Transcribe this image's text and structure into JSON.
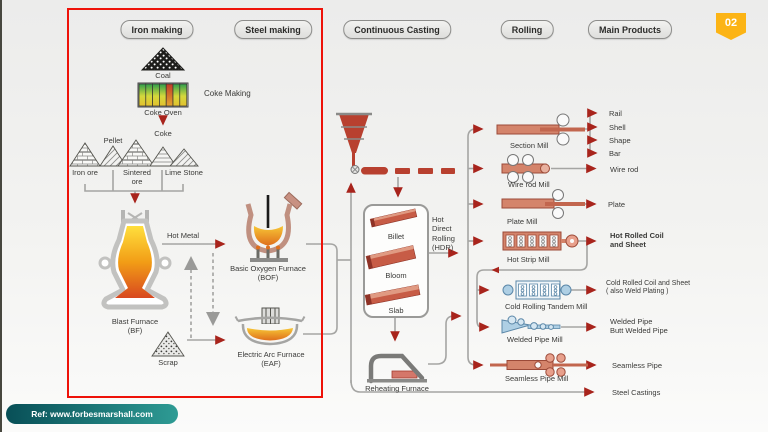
{
  "header": {
    "iron_making": "Iron making",
    "steel_making": "Steel making",
    "continuous_casting": "Continuous Casting",
    "rolling": "Rolling",
    "main_products": "Main Products",
    "badge": "02"
  },
  "iron_making": {
    "coal": "Coal",
    "coke_making": "Coke Making",
    "coke_oven": "Coke Oven",
    "coke": "Coke",
    "pellet": "Pellet",
    "iron_ore": "Iron ore",
    "sintered_1": "Sintered",
    "sintered_2": "ore",
    "lime_stone": "Lime Stone",
    "blast_furnace": "Blast Furnace",
    "blast_furnace_abbr": "(BF)",
    "hot_metal": "Hot Metal"
  },
  "steel_making": {
    "bof": "Basic Oxygen Furnace",
    "bof_abbr": "(BOF)",
    "scrap": "Scrap",
    "eaf": "Electric Arc Furnace",
    "eaf_abbr": "(EAF)"
  },
  "casting": {
    "billet": "Billet",
    "bloom": "Bloom",
    "slab": "Slab",
    "hdr_1": "Hot",
    "hdr_2": "Direct",
    "hdr_3": "Rolling",
    "hdr_4": "(HDR)",
    "reheating_furnace": "Reheating Furnace"
  },
  "mills": {
    "section": "Section Mill",
    "wire_rod": "Wire rod Mill",
    "plate": "Plate Mill",
    "hot_strip": "Hot Strip Mill",
    "cold_rolling": "Cold Rolling Tandem Mill",
    "welded_pipe": "Welded Pipe Mill",
    "seamless_pipe": "Seamless Pipe Mill"
  },
  "products": {
    "rail": "Rail",
    "shell": "Shell",
    "shape": "Shape",
    "bar": "Bar",
    "wire_rod": "Wire rod",
    "plate": "Plate",
    "hot_rolled_1": "Hot Rolled Coil",
    "hot_rolled_2": "and Sheet",
    "cold_rolled_1": "Cold Rolled Coil and Sheet",
    "cold_rolled_2": "( also Weld Plating )",
    "welded_pipe_1": "Welded Pipe",
    "welded_pipe_2": "Butt Welded Pipe",
    "seamless_pipe": "Seamless Pipe",
    "steel_castings": "Steel Castings"
  },
  "footer": {
    "ref": "Ref: www.forbesmarshall.com"
  },
  "colors": {
    "highlight_red": "#ee1209",
    "badge_gold": "#fcb415",
    "arrow_red": "#a8241c",
    "line_gray": "#a5a5a3",
    "mill_salmon": "#d4846b",
    "mill_blue": "#aecfe4",
    "footer_teal": "#0a5a60"
  }
}
